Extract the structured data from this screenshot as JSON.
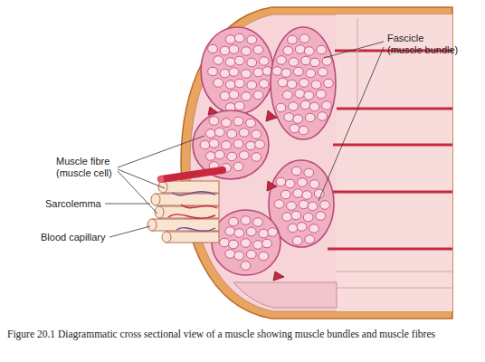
{
  "diagram": {
    "caption": "Figure 20.1 Diagrammatic cross sectional view of a muscle showing muscle bundles and muscle fibres",
    "labels": [
      "Fascicle (muscle bundle)",
      "Muscle fibre (muscle cell)",
      "Sarcolemma",
      "Blood capillary"
    ]
  }
}
